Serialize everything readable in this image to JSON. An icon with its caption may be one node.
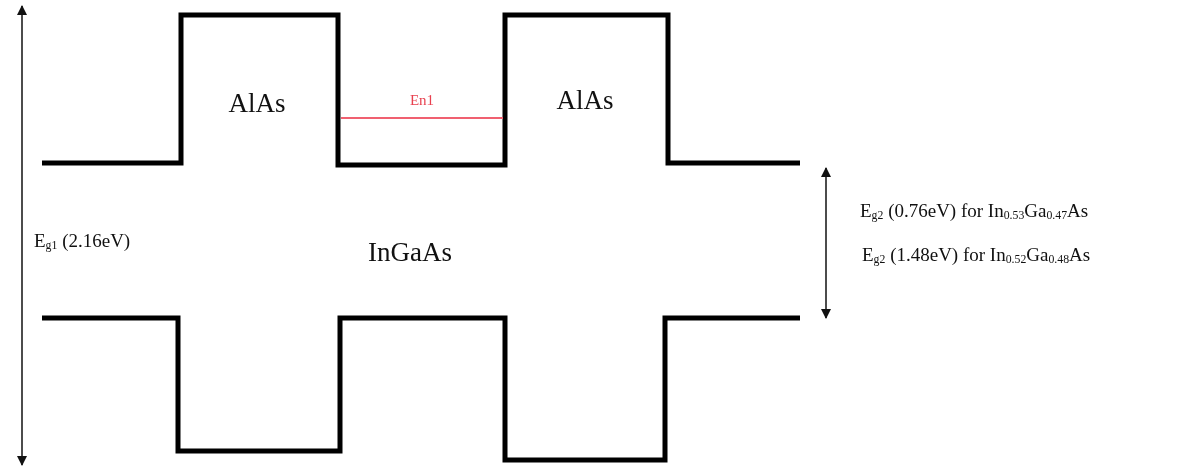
{
  "diagram": {
    "labels": [
      "AlAs",
      "En1",
      "AlAs",
      "E$_{g1}$ (2.16eV)",
      "InGaAs",
      "E$_{g2}$ (0.76eV) for In$_{0.53}$Ga$_{0.47}$As",
      "E$_{g2}$ (1.48eV) for In$_{0.52}$Ga$_{0.48}$As"
    ]
  }
}
